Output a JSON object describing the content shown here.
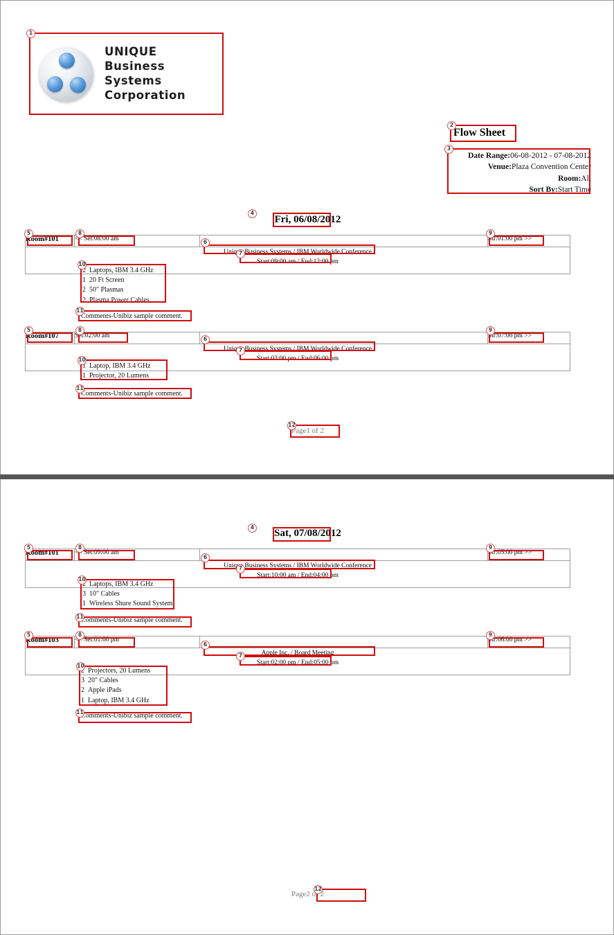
{
  "company": {
    "name_line1": "UNIQUE",
    "name_line2": "Business Systems",
    "name_line3": "Corporation",
    "logo_icon": "three-spheres-logo-icon"
  },
  "report": {
    "title": "Flow Sheet",
    "meta": [
      {
        "label": "Date Range:",
        "value": "06-08-2012    -  07-08-2012"
      },
      {
        "label": "Venue:",
        "value": "Plaza Convention Center"
      },
      {
        "label": "Room:",
        "value": "All"
      },
      {
        "label": "Sort By:",
        "value": "Start Time"
      }
    ]
  },
  "pages": [
    {
      "footer": "Page1 of 2",
      "day_heading": "Fri, 06/08/2012",
      "rooms": [
        {
          "room": "Room#101",
          "set": "<< Set:08:00 am",
          "strike": "Str:01:00 pm >>",
          "event": "Unique Business Systems / IBM Worldwide Conference",
          "times": "Start:09:00 am / End:12:00 pm",
          "details": [
            {
              "qty": "2",
              "item": "Laptops, IBM 3.4 GHz"
            },
            {
              "qty": "1",
              "item": "20 Ft Screen"
            },
            {
              "qty": "2",
              "item": "50\" Plasmas"
            },
            {
              "qty": "2",
              "item": "Plasma Power Cables"
            }
          ],
          "comment": "Comments-Unibiz sample comment."
        },
        {
          "room": "Room#107",
          "set": "Set:02:00 am",
          "strike": "Str:07:00 pm >>",
          "event": "Unique Business Systems / IBM Worldwide Conference",
          "times": "Start:03:00 pm / End:06:00 pm",
          "details": [
            {
              "qty": "1",
              "item": "Laptop, IBM 3.4 GHz"
            },
            {
              "qty": "1",
              "item": "Projector, 20 Lumens"
            }
          ],
          "comment": "Comments-Unibiz sample comment."
        }
      ]
    },
    {
      "footer": "Page2 of 2",
      "day_heading": "Sat, 07/08/2012",
      "rooms": [
        {
          "room": "Room#101",
          "set": "<< Set:09:00 am",
          "strike": "Str:05:00 pm >>",
          "event": "Unique Business Systems / IBM Worldwide Conference",
          "times": "Start:10:00 am / End:04:00 pm",
          "details": [
            {
              "qty": "2",
              "item": "Laptops, IBM 3.4 GHz"
            },
            {
              "qty": "3",
              "item": "10\" Cables"
            },
            {
              "qty": "1",
              "item": "Wireless Shure Sound System"
            }
          ],
          "comment": "Comments-Unibiz sample comment."
        },
        {
          "room": "Room#103",
          "set": "<< Set:01:00 pm",
          "strike": "Str:06:00 pm >>",
          "event": "Apple Inc. / Board Meeting",
          "times": "Start:02:00 pm / End:05:00 pm",
          "details": [
            {
              "qty": "2",
              "item": "Projectors, 20 Lumens"
            },
            {
              "qty": "3",
              "item": "20\" Cables"
            },
            {
              "qty": "2",
              "item": "Apple iPads"
            },
            {
              "qty": "1",
              "item": "Laptop, IBM 3.4 GHz"
            }
          ],
          "comment": "Comments-Unibiz sample comment."
        }
      ]
    }
  ],
  "annotations": {
    "accent_color": "#d10a0a",
    "badges": [
      {
        "n": "1",
        "meaning": "company-logo-region"
      },
      {
        "n": "2",
        "meaning": "report-title"
      },
      {
        "n": "3",
        "meaning": "report-filter-summary"
      },
      {
        "n": "4",
        "meaning": "day-heading"
      },
      {
        "n": "5",
        "meaning": "room-number"
      },
      {
        "n": "6",
        "meaning": "event-name"
      },
      {
        "n": "7",
        "meaning": "event-start-end-times"
      },
      {
        "n": "8",
        "meaning": "setup-time"
      },
      {
        "n": "9",
        "meaning": "strike-time"
      },
      {
        "n": "10",
        "meaning": "equipment-detail-list"
      },
      {
        "n": "11",
        "meaning": "comment-line"
      },
      {
        "n": "12",
        "meaning": "page-footer"
      }
    ]
  }
}
